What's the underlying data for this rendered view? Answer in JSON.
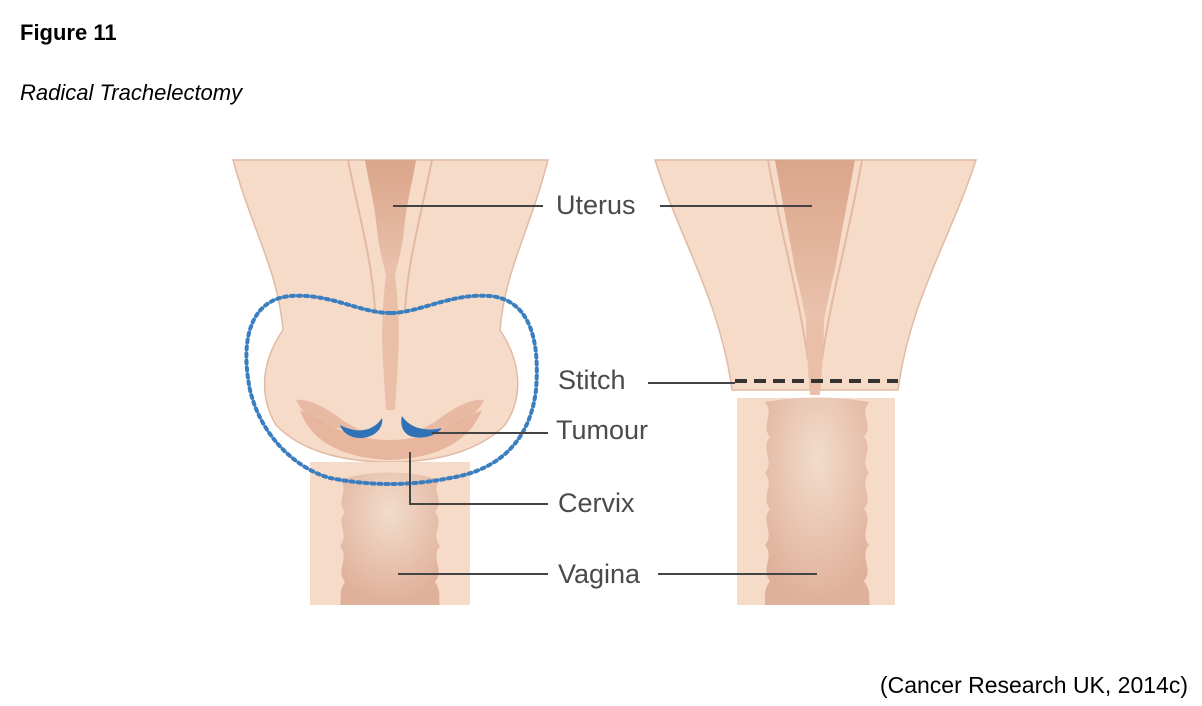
{
  "figure": {
    "title": "Figure 11",
    "subtitle": "Radical Trachelectomy",
    "citation": "(Cancer Research UK, 2014c)"
  },
  "labels": {
    "uterus": "Uterus",
    "stitch": "Stitch",
    "tumour": "Tumour",
    "cervix": "Cervix",
    "vagina": "Vagina"
  },
  "colors": {
    "tissue": "#f7dbc9",
    "tissue_edge": "#e2b9a3",
    "cavity": "#e1b39b",
    "canal": "#f2cdb7",
    "tumour": "#2f72b8",
    "removal_outline": "#3a7ec0",
    "stitch": "#333333",
    "leader": "#444444"
  }
}
